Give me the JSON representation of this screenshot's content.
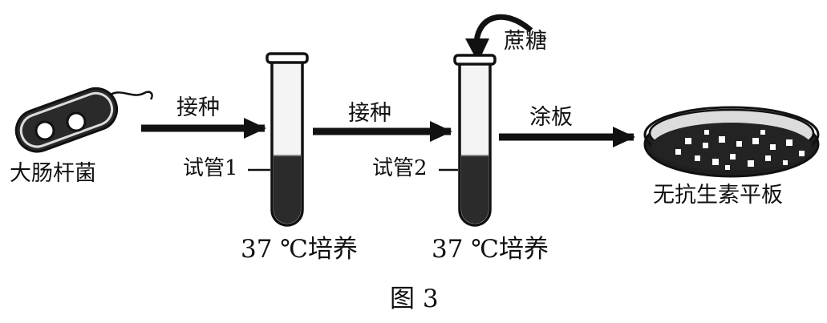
{
  "labels": {
    "bacterium": "大肠杆菌",
    "inoculate_1": "接种",
    "inoculate_2": "接种",
    "spread": "涂板",
    "sucrose": "蔗糖",
    "tube_1": "试管1",
    "tube_2": "试管2",
    "culture_1": "37 ℃培养",
    "culture_2": "37 ℃培养",
    "plate": "无抗生素平板",
    "figure": "图 3"
  },
  "colors": {
    "ink": "#111111",
    "liquid": "#2b2b2b",
    "tube_glass": "#f4f4f4",
    "plate_medium": "#1f1f1f",
    "background": "#ffffff"
  },
  "icons": {
    "bacterium": "bacterium-icon",
    "test_tube": "test-tube-icon",
    "petri_dish": "petri-dish-icon"
  }
}
